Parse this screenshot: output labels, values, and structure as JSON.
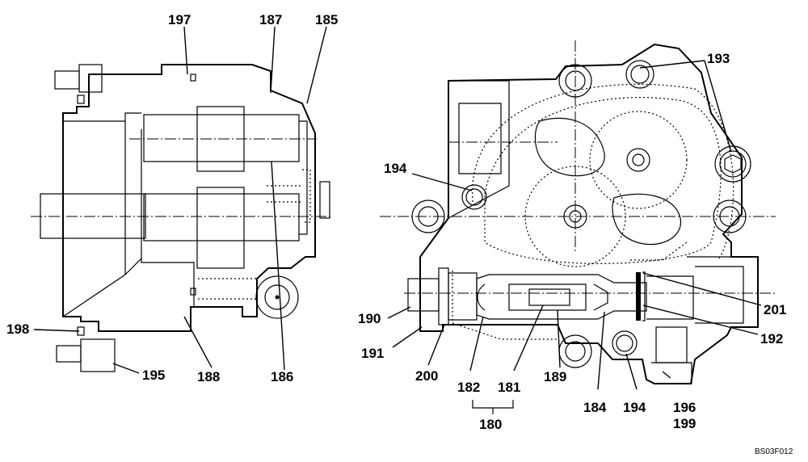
{
  "figure_code": "BS03F012",
  "left_view_labels": {
    "l197": "197",
    "l187": "187",
    "l185": "185",
    "l198": "198",
    "l195": "195",
    "l188": "188",
    "l186": "186"
  },
  "right_view_labels": {
    "l193": "193",
    "l194a": "194",
    "l190": "190",
    "l191": "191",
    "l200": "200",
    "l182": "182",
    "l181": "181",
    "l180": "180",
    "l189": "189",
    "l184": "184",
    "l194b": "194",
    "l196": "196",
    "l199": "199",
    "l201": "201",
    "l192": "192"
  }
}
